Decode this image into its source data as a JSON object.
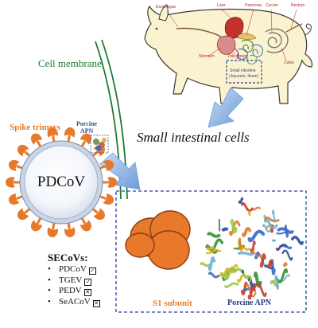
{
  "labels": {
    "cell_membrane": "Cell membrane",
    "small_intestinal_cells": "Small intestinal cells",
    "spike_trimers": "Spike trimers",
    "porcine_apn_small_line1": "Porcine",
    "porcine_apn_small_line2": "APN",
    "pdcov": "PDCoV",
    "s1_subunit": "S1 subunit",
    "porcine_apn": "Porcine APN"
  },
  "pig_organs": {
    "esophagus": "Esophagus",
    "liver": "Liver",
    "pancreas": "Pancreas",
    "cecum": "Cecum",
    "rectum": "Rectum",
    "stomach": "Stomach",
    "duodenum": "Duodenum",
    "colon": "Colon",
    "small_intestine_line1": "Small intestine",
    "small_intestine_line2": "(Jejunum, Ileum)"
  },
  "secovs": {
    "title": "SECoVs:",
    "items": [
      {
        "name": "PDCoV",
        "status": "check"
      },
      {
        "name": "TGEV",
        "status": "check"
      },
      {
        "name": "PEDV",
        "status": "cross"
      },
      {
        "name": "SeACoV",
        "status": "cross"
      }
    ]
  },
  "colors": {
    "orange": "#e8792b",
    "membrane_green": "#1e7a33",
    "apn_blue": "#2f4f94",
    "arrow_blue": "#8fb3e6",
    "pig_fill": "#fbf3cf",
    "pig_outline": "#3a3a3a",
    "dash_blue": "#2b3f9a"
  }
}
